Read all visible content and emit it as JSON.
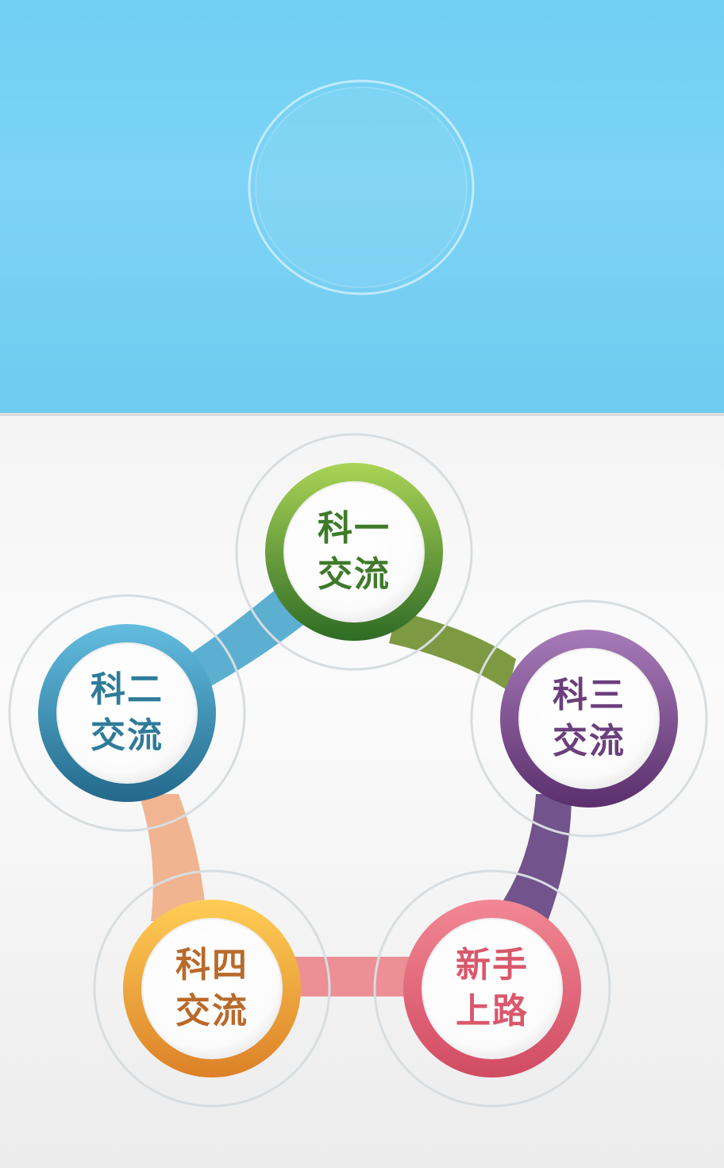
{
  "nodes": [
    {
      "id": "ke1",
      "lines": [
        "科一",
        "交流"
      ],
      "color": "#3f7a2a",
      "ring": "#6aa83a"
    },
    {
      "id": "ke3",
      "lines": [
        "科三",
        "交流"
      ],
      "color": "#6b3f7c",
      "ring": "#8e5aa0"
    },
    {
      "id": "newbie",
      "lines": [
        "新手",
        "上路"
      ],
      "color": "#d9586b",
      "ring": "#e8707f"
    },
    {
      "id": "ke4",
      "lines": [
        "科四",
        "交流"
      ],
      "color": "#b86a2a",
      "ring": "#f0a23a"
    },
    {
      "id": "ke2",
      "lines": [
        "科二",
        "交流"
      ],
      "color": "#2f7b9a",
      "ring": "#3d95b8"
    }
  ]
}
